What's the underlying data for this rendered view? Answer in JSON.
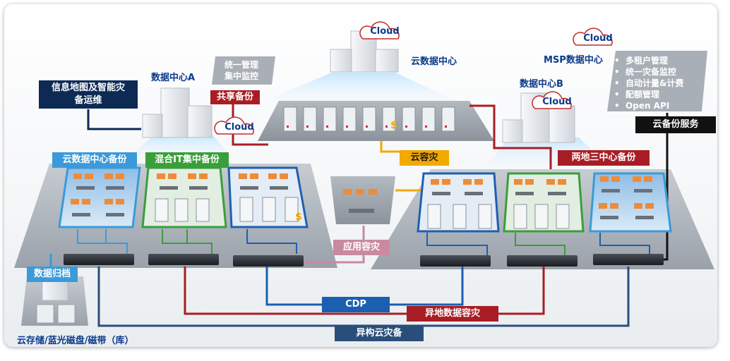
{
  "labels": {
    "cloud_dc": "云数据中心",
    "msp_dc": "MSP数据中心",
    "dc_a": "数据中心A",
    "dc_b": "数据中心B",
    "cloud_word": "Cloud",
    "unified_mgmt": "统一管理",
    "central_monitor": "集中监控",
    "shared_backup": "共享备份",
    "info_map_l1": "信息地图及智能灾",
    "info_map_l2": "备运维",
    "cloud_dc_backup": "云数据中心备份",
    "hybrid_it_backup": "混合IT集中备份",
    "cloud_dr": "云容灾",
    "two_site_three_center": "两地三中心备份",
    "app_dr": "应用容灾",
    "data_archive": "数据归档",
    "cdp": "CDP",
    "remote_dr": "异地数据容灾",
    "hetero_cloud_dr": "异构云灾备",
    "cloud_storage": "云存储/蓝光磁盘/磁带（库）",
    "cloud_backup_service": "云备份服务"
  },
  "msp_features": [
    "多租户管理",
    "统一灾备监控",
    "自动计量&计费",
    "配额管理",
    "Open API"
  ],
  "colors": {
    "navy": "#0d2a55",
    "red": "#a81d24",
    "green": "#3a9e3a",
    "blue": "#1f5fb0",
    "lightblue": "#3b9ad9",
    "gold": "#f2a900",
    "pink": "#c98aa0",
    "cdp_blue": "#1a5fb0",
    "slate": "#2a4e7a",
    "black": "#111111"
  }
}
